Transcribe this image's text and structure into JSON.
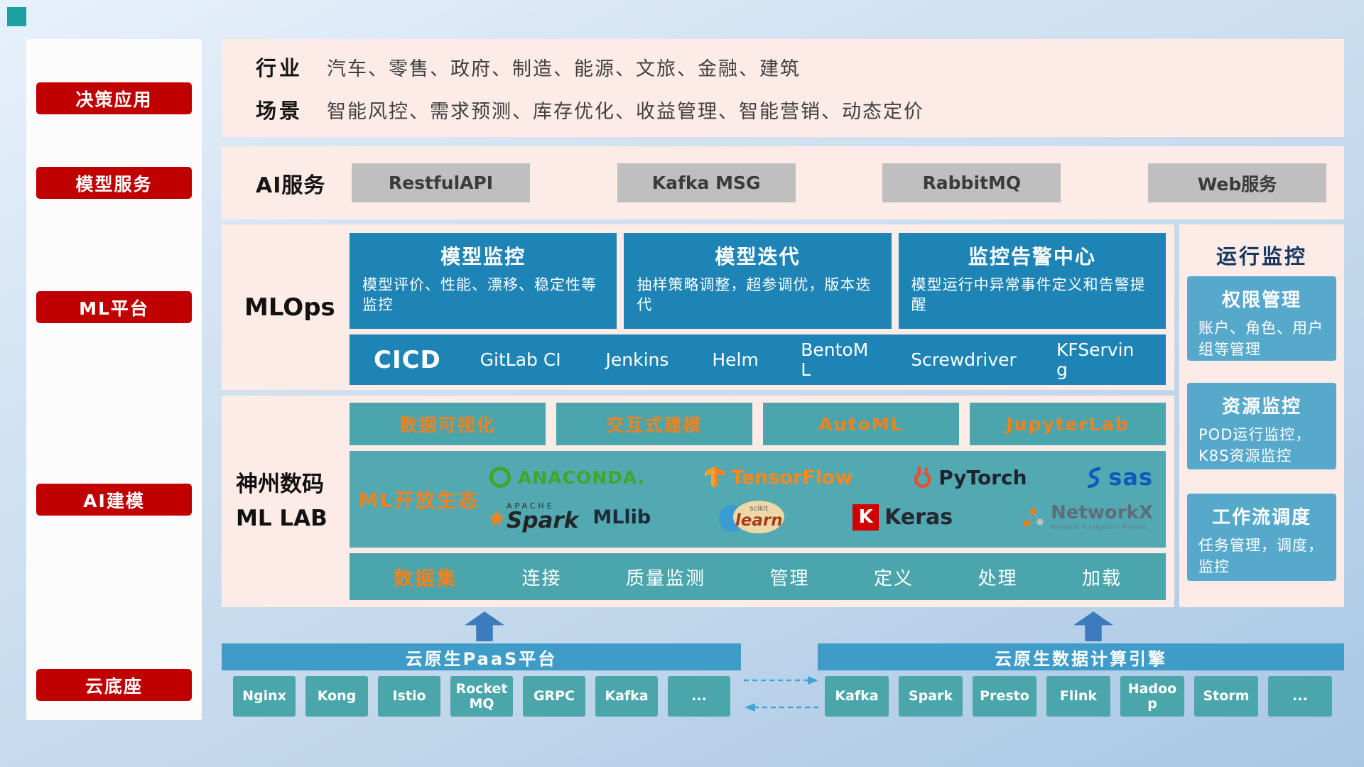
{
  "colors": {
    "sidebar_red": "#c00000",
    "panel_pink": "#fcebe7",
    "card_blue": "#1d84b5",
    "card_light_blue": "#57a9cc",
    "teal": "#4aa5ad",
    "header_blue": "#3f9cc9",
    "accent_orange": "#f0821e",
    "gray_button": "#bfbfbf",
    "arrow_blue": "#3c7cbc"
  },
  "sidebar": {
    "items": [
      {
        "label": "决策应用"
      },
      {
        "label": "模型服务"
      },
      {
        "label": "ML平台"
      },
      {
        "label": "AI建模"
      },
      {
        "label": "云底座"
      }
    ]
  },
  "industry": {
    "rows": [
      {
        "label": "行业",
        "value": "汽车、零售、政府、制造、能源、文旅、金融、建筑"
      },
      {
        "label": "场景",
        "value": "智能风控、需求预测、库存优化、收益管理、智能营销、动态定价"
      }
    ]
  },
  "ai_service": {
    "label": "AI服务",
    "items": [
      "RestfulAPI",
      "Kafka MSG",
      "RabbitMQ",
      "Web服务"
    ]
  },
  "mlops": {
    "label": "MLOps",
    "cards": [
      {
        "title": "模型监控",
        "desc": "模型评价、性能、漂移、稳定性等监控"
      },
      {
        "title": "模型迭代",
        "desc": "抽样策略调整，超参调优，版本迭代"
      },
      {
        "title": "监控告警中心",
        "desc": "模型运行中异常事件定义和告警提醒"
      }
    ],
    "cicd": {
      "label": "CICD",
      "items": [
        "GitLab CI",
        "Jenkins",
        "Helm",
        "BentoML",
        "Screwdriver",
        "KFServing"
      ]
    }
  },
  "monitoring": {
    "title": "运行监控",
    "cards": [
      {
        "title": "权限管理",
        "desc": "账户、角色、用户组等管理"
      },
      {
        "title": "资源监控",
        "desc": "POD运行监控，K8S资源监控"
      },
      {
        "title": "工作流调度",
        "desc": "任务管理，调度，监控"
      }
    ]
  },
  "mllab": {
    "label_line1": "神州数码",
    "label_line2": "ML LAB",
    "tools": [
      "数据可视化",
      "交互式建模",
      "AutoML",
      "JupyterLab"
    ],
    "ecosystem": {
      "label": "ML开放生态",
      "logos": {
        "anaconda": {
          "text": "ANACONDA."
        },
        "tensorflow": {
          "text": "TensorFlow"
        },
        "pytorch": {
          "text": "PyTorch"
        },
        "sas": {
          "text": "sas"
        },
        "spark": {
          "apache": "APACHE",
          "text": "Spark",
          "lib": "MLlib"
        },
        "sklearn": {
          "small": "scikit",
          "text": "learn"
        },
        "keras": {
          "k": "K",
          "text": "Keras"
        },
        "networkx": {
          "text": "NetworkX",
          "subtitle": "Network Analysis in Python"
        }
      }
    },
    "dataset": {
      "label": "数据集",
      "items": [
        "连接",
        "质量监测",
        "管理",
        "定义",
        "处理",
        "加载"
      ]
    }
  },
  "paas": {
    "title": "云原生PaaS平台",
    "items": [
      "Nginx",
      "Kong",
      "Istio",
      "RocketMQ",
      "GRPC",
      "Kafka",
      "..."
    ]
  },
  "data_engine": {
    "title": "云原生数据计算引擎",
    "items": [
      "Kafka",
      "Spark",
      "Presto",
      "Flink",
      "Hadoop",
      "Storm",
      "..."
    ]
  }
}
